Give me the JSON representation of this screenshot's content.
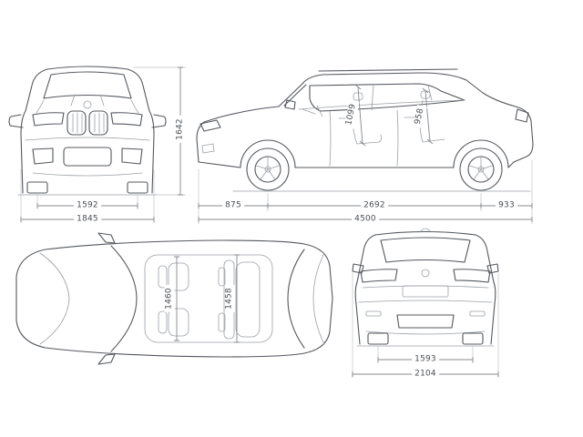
{
  "diagram": {
    "front": {
      "track_width": "1592",
      "overall_width": "1845",
      "height": "1642"
    },
    "side": {
      "front_headroom": "1099",
      "rear_headroom": "958",
      "front_overhang": "875",
      "wheelbase": "2692",
      "rear_overhang": "933",
      "overall_length": "4500"
    },
    "top": {
      "front_interior_width": "1460",
      "rear_interior_width": "1458"
    },
    "rear": {
      "track_width": "1593",
      "width_with_mirrors": "2104"
    }
  }
}
